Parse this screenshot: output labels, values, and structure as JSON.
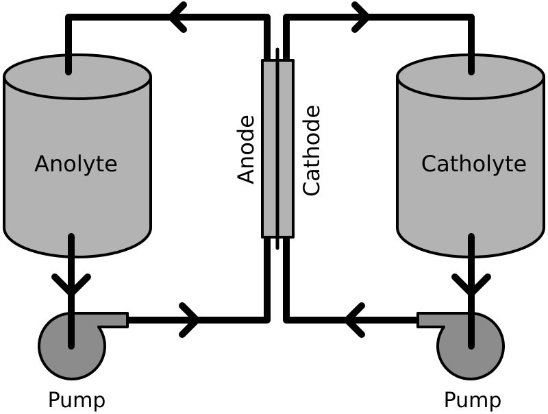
{
  "labels": {
    "anolyte": "Anolyte",
    "catholyte": "Catholyte",
    "anode": "Anode",
    "cathode": "Cathode",
    "pump_left": "Pump",
    "pump_right": "Pump"
  },
  "colors": {
    "tank_fill": "#b3b3b3",
    "pump_fill": "#8c8c8c",
    "cell_fill": "#b3b3b3",
    "line": "#000000"
  }
}
